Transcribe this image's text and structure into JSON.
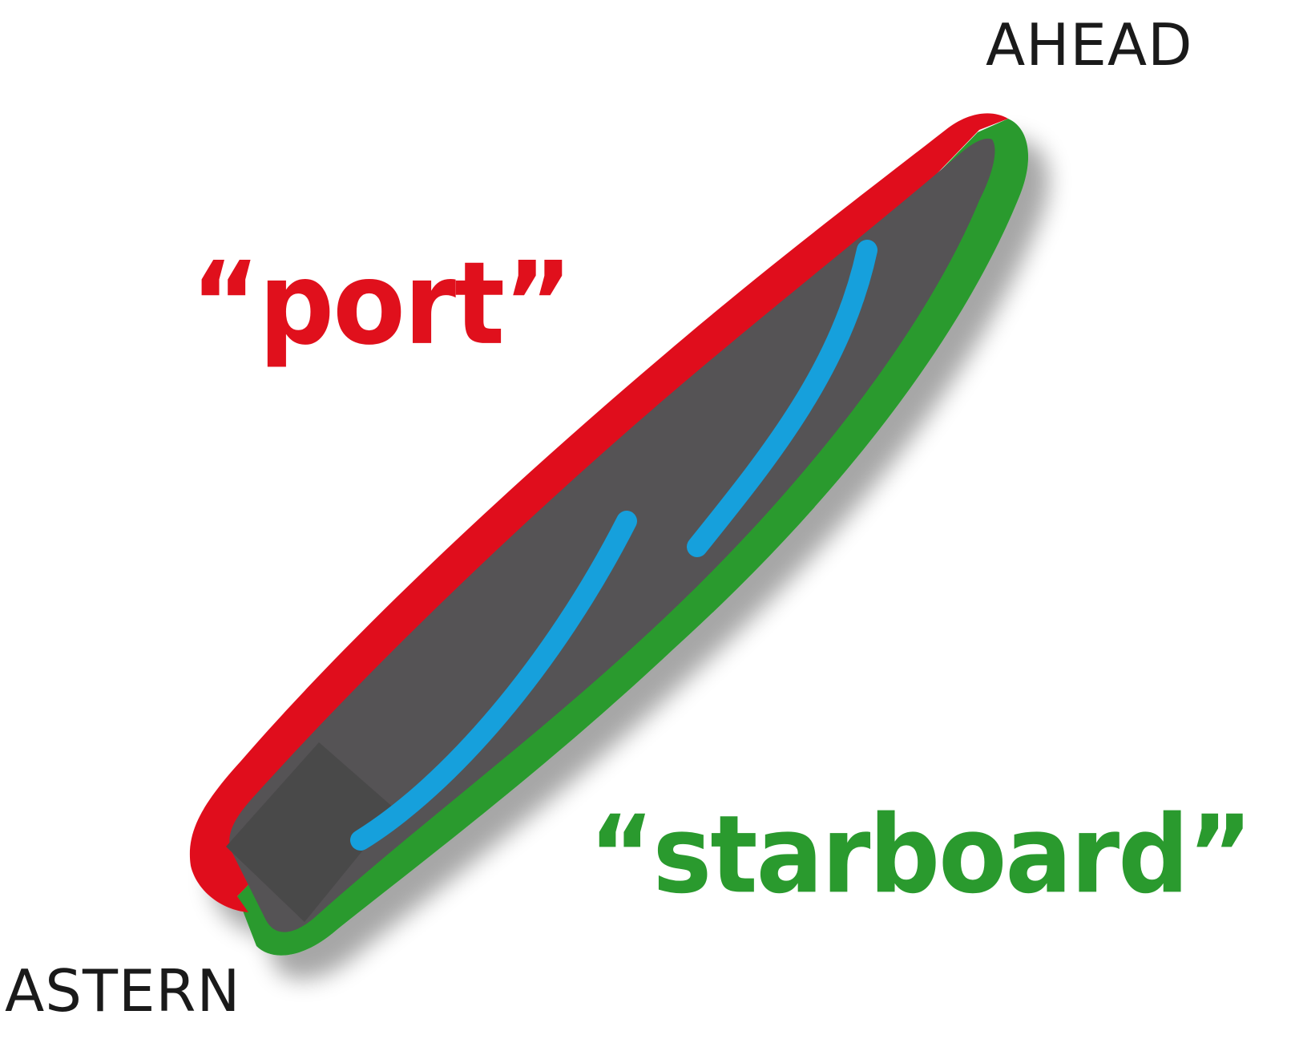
{
  "labels": {
    "ahead": "AHEAD",
    "astern": "ASTERN",
    "port": "“port”",
    "starboard": "“starboard”"
  },
  "colors": {
    "port": "#e0101c",
    "starboard": "#2a9a2e",
    "starboard_dark": "#1f7a24",
    "hull": "#545254",
    "transom": "#4a484a",
    "seats": "#14a0dc",
    "direction_text": "#1a1a1a"
  }
}
